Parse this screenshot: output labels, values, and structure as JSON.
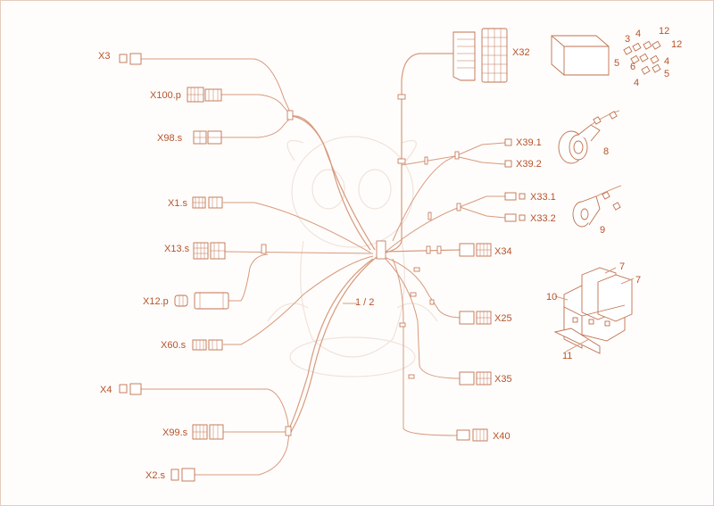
{
  "diagram": {
    "accent_color": "#b4532b",
    "line_color": "#d79a7e",
    "connectors_left": [
      {
        "label": "X3"
      },
      {
        "label": "X100.p"
      },
      {
        "label": "X98.s"
      },
      {
        "label": "X1.s"
      },
      {
        "label": "X13.s"
      },
      {
        "label": "X12.p"
      },
      {
        "label": "X60.s"
      },
      {
        "label": "X4"
      },
      {
        "label": "X99.s"
      },
      {
        "label": "X2.s"
      }
    ],
    "connectors_right": [
      {
        "label": "X32"
      },
      {
        "label": "X39.1"
      },
      {
        "label": "X39.2"
      },
      {
        "label": "X33.1"
      },
      {
        "label": "X33.2"
      },
      {
        "label": "X34"
      },
      {
        "label": "X25"
      },
      {
        "label": "X35"
      },
      {
        "label": "X40"
      }
    ],
    "section_label": "1 / 2",
    "relay_block": {
      "numbers": [
        "3",
        "4",
        "12",
        "12",
        "5",
        "6",
        "4",
        "5",
        "4"
      ]
    },
    "components": {
      "ignition": "8",
      "switch": "9",
      "fuse_box": [
        "7",
        "7",
        "10",
        "11"
      ]
    }
  }
}
